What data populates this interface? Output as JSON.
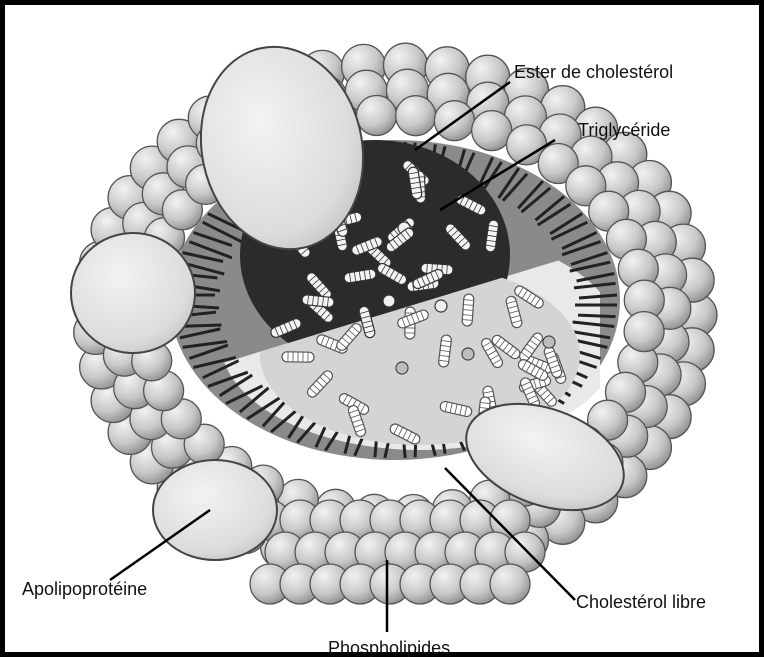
{
  "labels": {
    "ester": "Ester de cholestérol",
    "triglyceride": "Triglycéride",
    "apolipo": "Apolipoprotéine",
    "cholesterol_libre": "Cholestérol libre",
    "phospholipides": "Phospholipides"
  },
  "colors": {
    "frame": "#000000",
    "sphere": "#c7c7c7",
    "sphere_stroke": "#555555",
    "core_dark": "#2b2b2b",
    "core_light": "#d2d2d2",
    "apoprotein": "#e4e4e4",
    "leader": "#000000"
  },
  "icons": {
    "lipid_head": "circle",
    "fatty_tail": "zigzag-line",
    "triglyceride": "striped-capsule"
  }
}
